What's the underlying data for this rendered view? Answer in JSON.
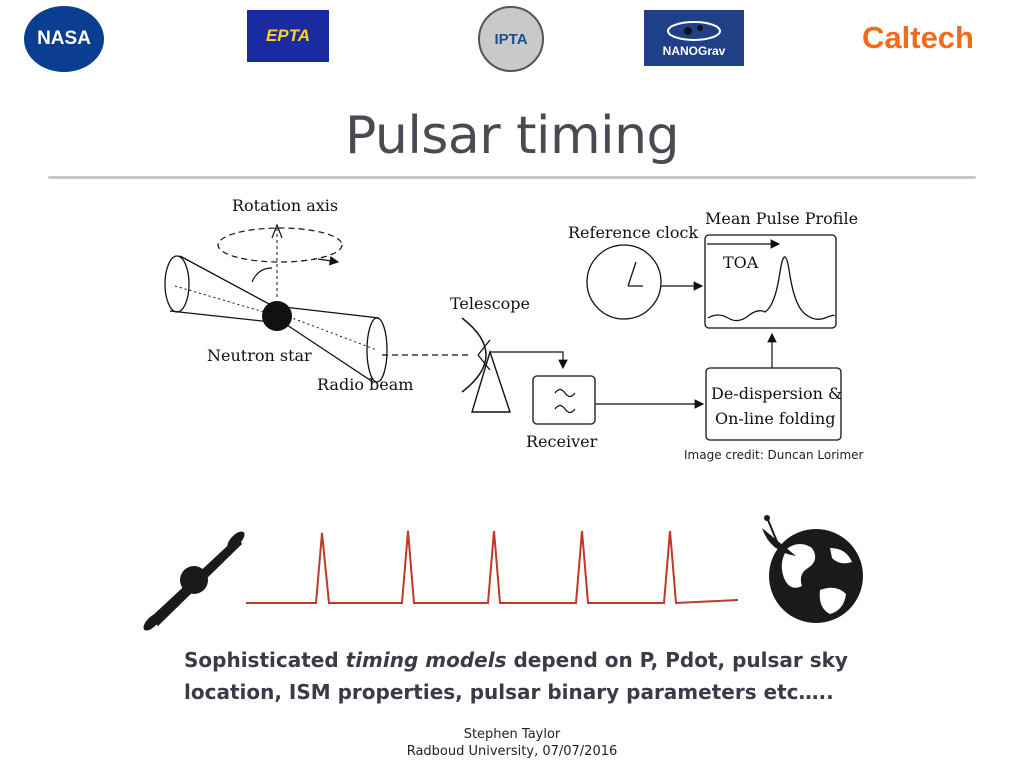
{
  "logos": {
    "nasa": "NASA",
    "epta": "EPTA",
    "ipta": "IPTA",
    "nanograv": "NANOGrav",
    "caltech": "Caltech"
  },
  "title": "Pulsar timing",
  "diagram": {
    "rotation_axis": "Rotation axis",
    "neutron_star": "Neutron star",
    "radio_beam": "Radio beam",
    "telescope": "Telescope",
    "receiver": "Receiver",
    "reference_clock": "Reference clock",
    "mean_pulse_profile": "Mean Pulse Profile",
    "toa": "TOA",
    "dedispersion_line1": "De-dispersion &",
    "dedispersion_line2": "On-line folding",
    "credit": "Image credit: Duncan Lorimer"
  },
  "caption": {
    "line1_pre": "Sophisticated ",
    "line1_em": "timing models",
    "line1_post": " depend on P, Pdot, pulsar sky",
    "line2": "location, ISM properties, pulsar binary parameters etc….."
  },
  "footer": {
    "author": "Stephen Taylor",
    "affiliation": "Radboud University, 07/07/2016"
  },
  "colors": {
    "pulse_train": "#c0392b",
    "title": "#4a4a52"
  }
}
